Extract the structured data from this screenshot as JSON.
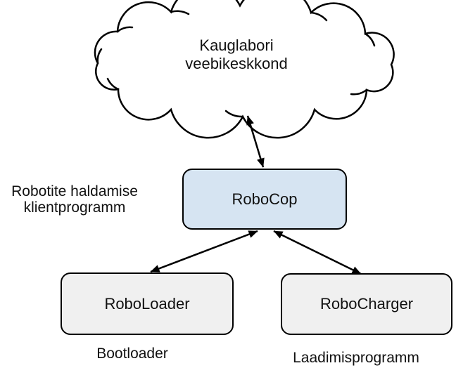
{
  "diagram": {
    "title": "Robot management architecture diagram",
    "cloud": {
      "label": "Kauglabori\nveebikeskkond"
    },
    "nodes": [
      {
        "id": "robocop",
        "label": "RoboCop",
        "fill": "#d6e4f2",
        "border": "#000000"
      },
      {
        "id": "roboloader",
        "label": "RoboLoader",
        "fill": "#f0f0f0",
        "border": "#000000"
      },
      {
        "id": "robocharger",
        "label": "RoboCharger",
        "fill": "#f0f0f0",
        "border": "#000000"
      }
    ],
    "annotations": [
      {
        "id": "client-program",
        "text": "Robotite haldamise\nklientprogramm",
        "refers_to": "robocop"
      },
      {
        "id": "bootloader",
        "text": "Bootloader",
        "refers_to": "roboloader"
      },
      {
        "id": "laadimis",
        "text": "Laadimisprogramm",
        "refers_to": "robocharger"
      }
    ],
    "connections": [
      {
        "from": "cloud",
        "to": "robocop",
        "type": "double-headed-arrow"
      },
      {
        "from": "robocop",
        "to": "roboloader",
        "type": "double-headed-arrow"
      },
      {
        "from": "robocop",
        "to": "robocharger",
        "type": "double-headed-arrow"
      }
    ],
    "colors": {
      "background": "#ffffff",
      "stroke": "#000000",
      "text": "#111111",
      "node_blue": "#d6e4f2",
      "node_gray": "#f0f0f0"
    }
  }
}
